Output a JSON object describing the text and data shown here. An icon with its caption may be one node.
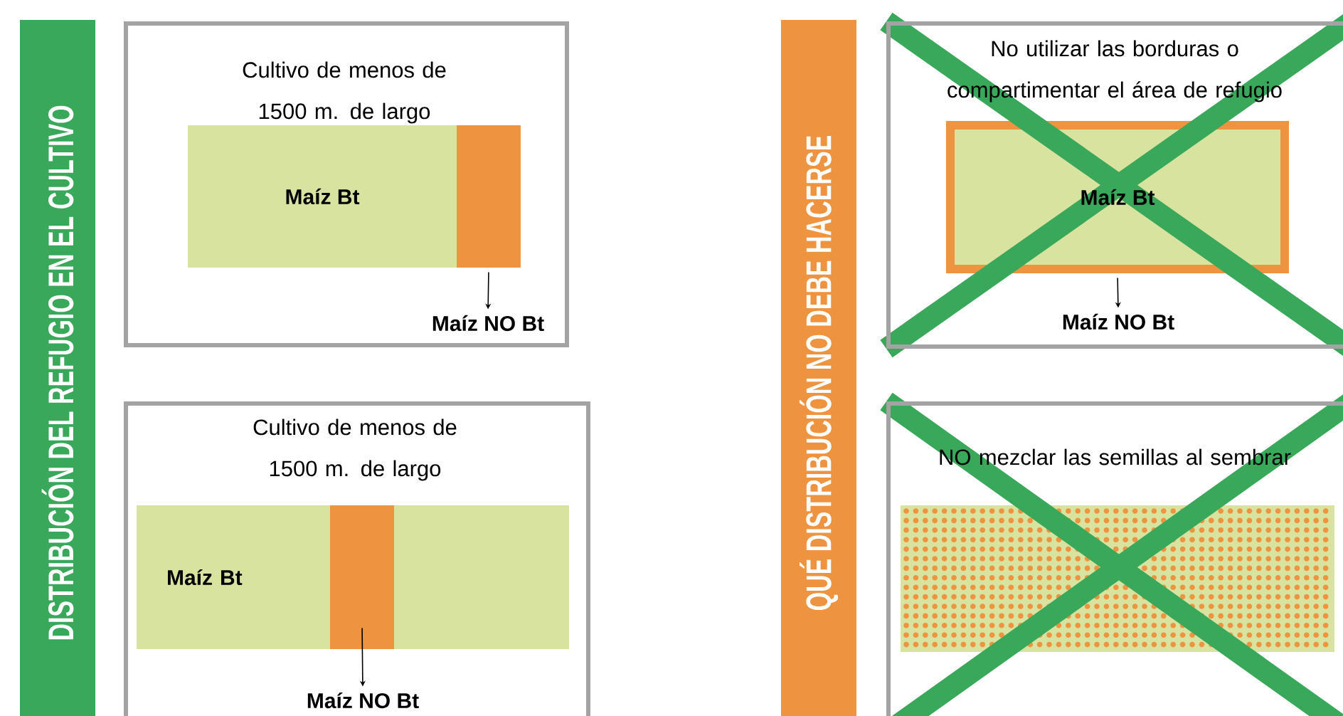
{
  "diagram": {
    "nodes": [
      {
        "text": [
          "DISTRIBUCIÓN DEL REFUGIO EN EL CULTIVO"
        ]
      },
      {
        "text": [
          "Cultivo de menos de 1500 m. de largo"
        ]
      },
      {
        "text": [
          "Maíz Bt"
        ],
        "in": 1
      },
      {
        "text": [],
        "shape": "box",
        "in": 1
      },
      {
        "text": [
          "Maíz NO Bt"
        ],
        "in": 1
      },
      {
        "text": [
          "Cultivo de menos de 1500 m. de largo"
        ]
      },
      {
        "text": [
          "Maíz Bt"
        ],
        "in": 5
      },
      {
        "text": [],
        "shape": "box",
        "in": 6
      },
      {
        "text": [
          "Maíz NO Bt"
        ],
        "in": 5
      },
      {
        "text": [
          "QUÉ DISTRIBUCIÓN NO DEBE HACERSE"
        ]
      },
      {
        "text": [
          "No utilizar las borduras o compartimentar el área de refugio"
        ]
      },
      {
        "text": [
          "Maíz Bt"
        ],
        "in": 10
      },
      {
        "text": [
          "Maíz NO Bt"
        ],
        "in": 10
      },
      {
        "text": [
          "NO mezclar las semillas al sembrar"
        ]
      },
      {
        "text": [],
        "shape": "box",
        "in": 13
      }
    ],
    "edges": [
      {
        "from": 3,
        "to": 4,
        "arrow": "to"
      },
      {
        "from": 7,
        "to": 8,
        "arrow": "to"
      },
      {
        "from": 11,
        "to": 12,
        "arrow": "to"
      }
    ]
  }
}
